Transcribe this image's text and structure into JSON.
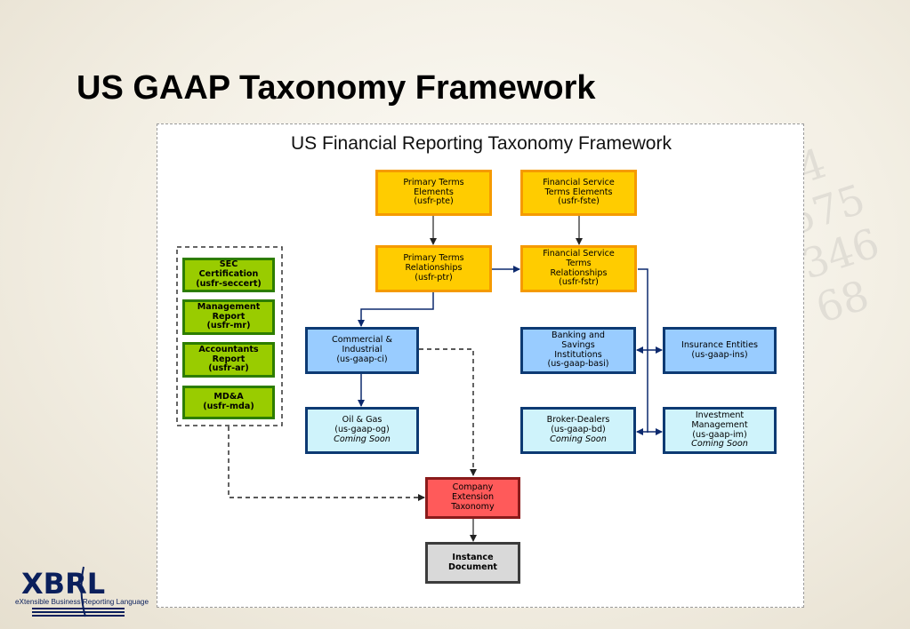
{
  "slide_title": "US GAAP Taxonomy Framework",
  "diagram": {
    "title": "US Financial Reporting Taxonomy Framework",
    "nodes": {
      "pte": [
        "Primary Terms",
        "Elements",
        "(usfr-pte)"
      ],
      "fste": [
        "Financial Service",
        "Terms Elements",
        "(usfr-fste)"
      ],
      "ptr": [
        "Primary Terms",
        "Relationships",
        "(usfr-ptr)"
      ],
      "fstr": [
        "Financial Service",
        "Terms",
        "Relationships",
        "(usfr-fstr)"
      ],
      "seccert": [
        "SEC",
        "Certification",
        "(usfr-seccert)"
      ],
      "mr": [
        "Management",
        "Report",
        "(usfr-mr)"
      ],
      "ar": [
        "Accountants",
        "Report",
        "(usfr-ar)"
      ],
      "mda": [
        "MD&A",
        "(usfr-mda)"
      ],
      "ci": [
        "Commercial &",
        "Industrial",
        "(us-gaap-ci)"
      ],
      "basi": [
        "Banking and",
        "Savings",
        "Institutions",
        "(us-gaap-basi)"
      ],
      "ins": [
        "Insurance Entities",
        "(us-gaap-ins)"
      ],
      "og": [
        "Oil & Gas",
        "(us-gaap-og)",
        "Coming Soon"
      ],
      "bd": [
        "Broker-Dealers",
        "(us-gaap-bd)",
        "Coming Soon"
      ],
      "im": [
        "Investment",
        "Management",
        "(us-gaap-im)",
        "Coming Soon"
      ],
      "ext": [
        "Company",
        "Extension",
        "Taxonomy"
      ],
      "inst": [
        "Instance",
        "Document"
      ]
    }
  },
  "logo": {
    "text": "XBRL",
    "tagline": "eXtensible Business Reporting Language"
  },
  "colors": {
    "orange_fill": "#ffcc00",
    "green_fill": "#99cc00",
    "blue_fill": "#99ccff",
    "light_blue_fill": "#cff3fb",
    "red_fill": "#ff5a5a",
    "gray_fill": "#d9d9d9",
    "connector": "#0d2a6e"
  }
}
